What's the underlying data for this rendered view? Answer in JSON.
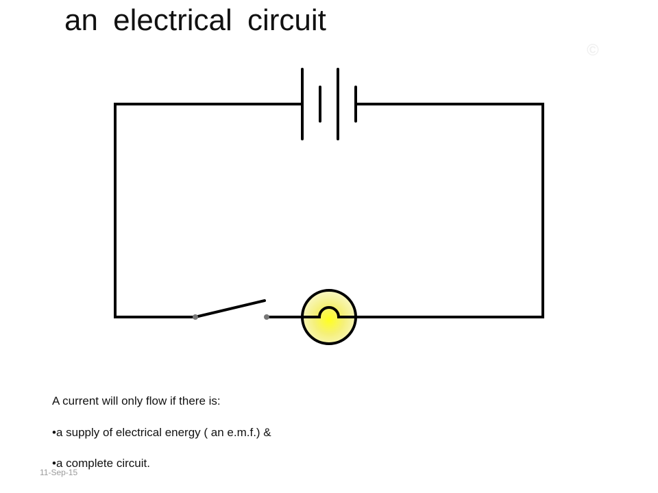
{
  "slide": {
    "title": "an electrical circuit",
    "copyright_mark": "©",
    "date": "11-Sep-15"
  },
  "circuit": {
    "components": [
      "battery",
      "switch",
      "lamp"
    ],
    "switch_state": "open",
    "colors": {
      "wire": "#000000",
      "lamp_glow": "#f7f263",
      "switch_contact": "#777777"
    }
  },
  "caption": {
    "intro": "A current will only flow if there is:",
    "bullets": [
      "•a supply of electrical energy ( an e.m.f.) &",
      "•a complete circuit."
    ]
  }
}
